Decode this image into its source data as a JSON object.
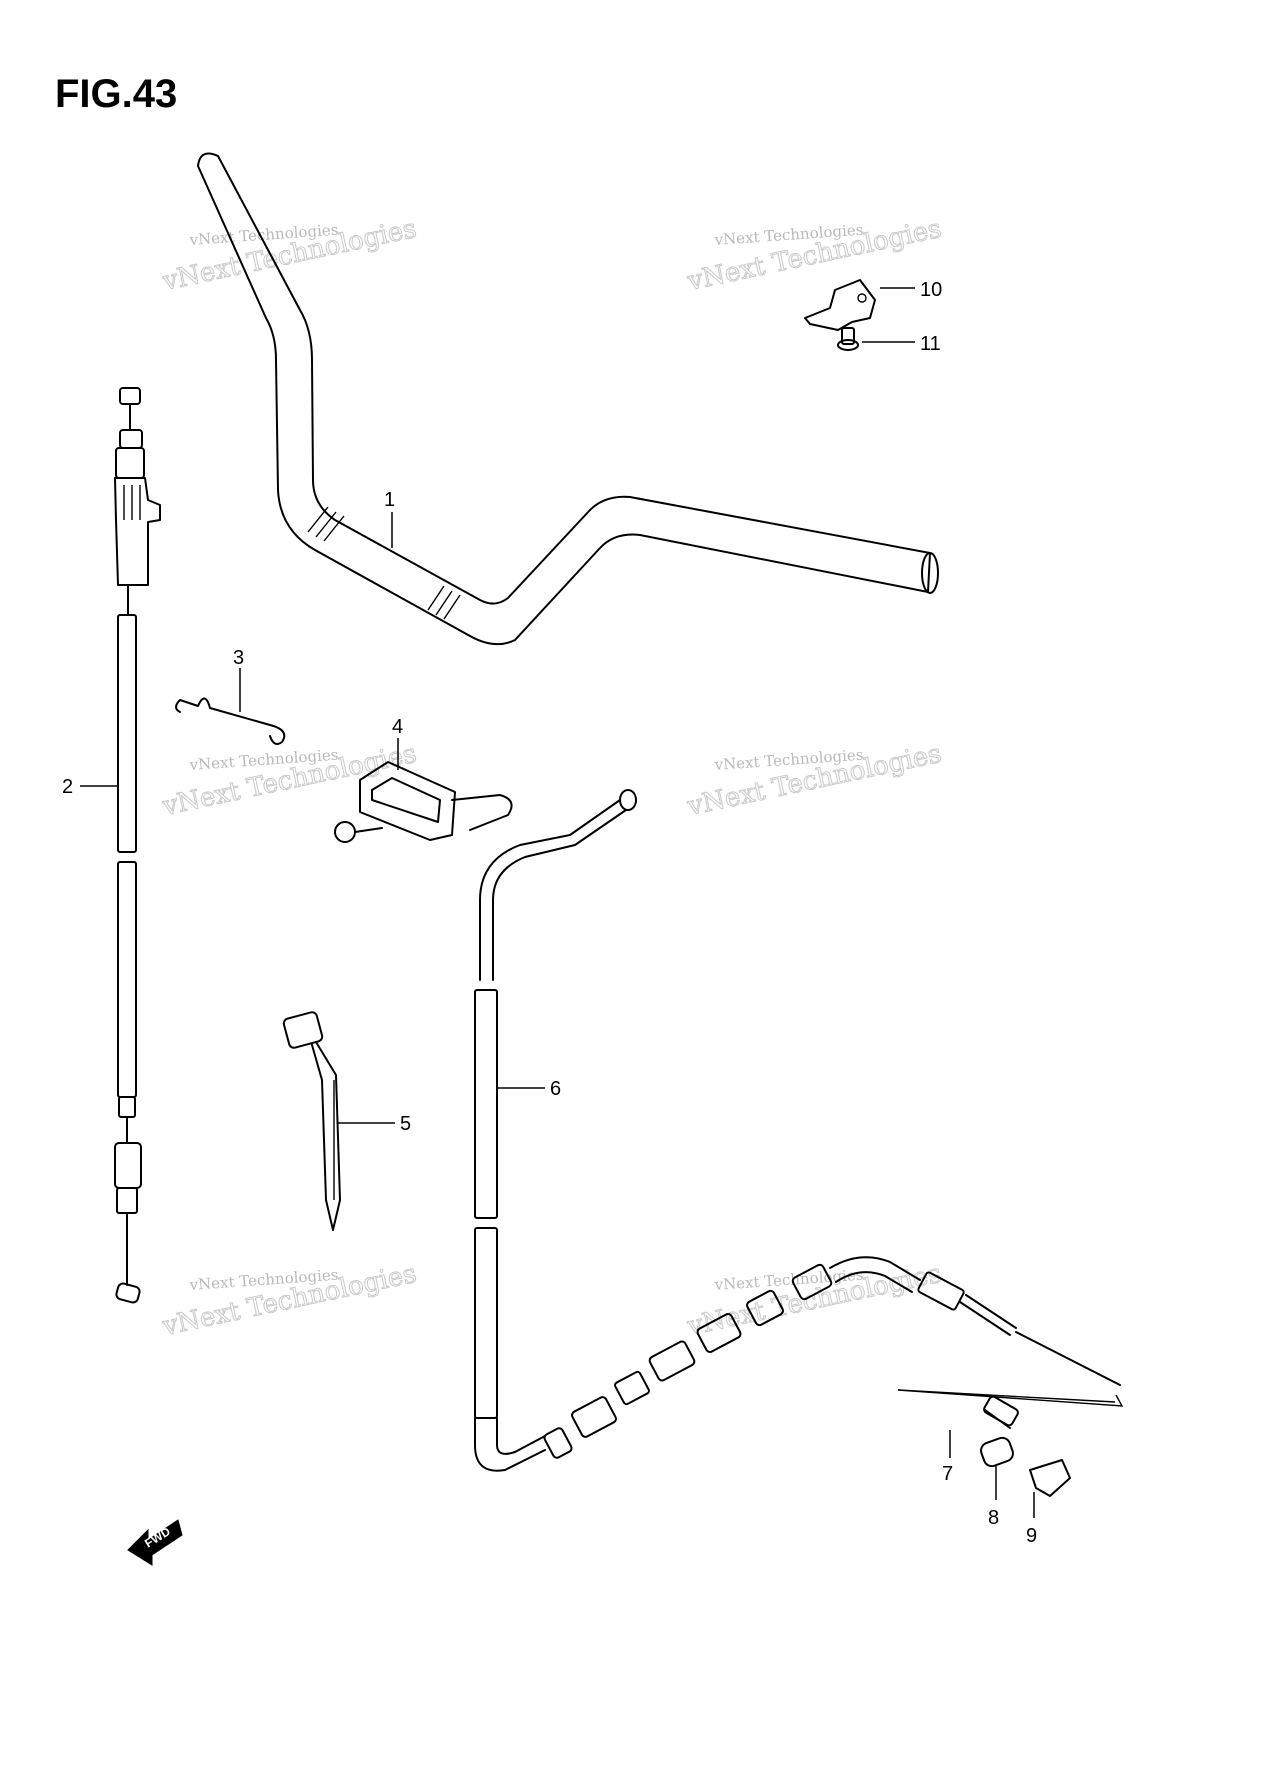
{
  "figure": {
    "title": "FIG.43"
  },
  "watermark": {
    "small_text": "vNext Technologies",
    "big_text": "vNext Technologies"
  },
  "callouts": [
    {
      "id": "1",
      "label": "1"
    },
    {
      "id": "2",
      "label": "2"
    },
    {
      "id": "3",
      "label": "3"
    },
    {
      "id": "4",
      "label": "4"
    },
    {
      "id": "5",
      "label": "5"
    },
    {
      "id": "6",
      "label": "6"
    },
    {
      "id": "7",
      "label": "7"
    },
    {
      "id": "8",
      "label": "8"
    },
    {
      "id": "9",
      "label": "9"
    },
    {
      "id": "10",
      "label": "10"
    },
    {
      "id": "11",
      "label": "11"
    }
  ],
  "fwd_arrow": {
    "label": "FWD"
  }
}
